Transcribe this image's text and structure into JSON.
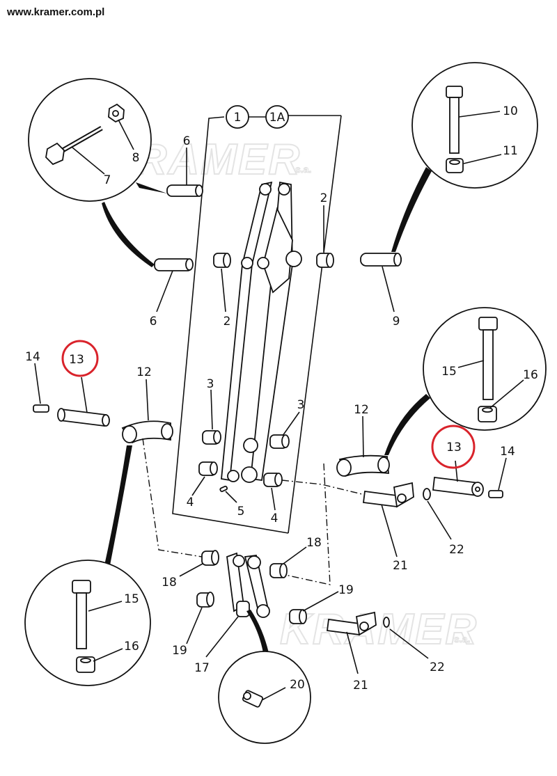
{
  "header": {
    "url": "www.kramer.com.pl"
  },
  "watermark": {
    "brand": "KRAMER",
    "suffix": "s.a."
  },
  "assembly": {
    "callouts": [
      "1",
      "1A"
    ]
  },
  "highlight": {
    "color": "#d9232b",
    "part": "13"
  },
  "labels": {
    "p2a": "2",
    "p2b": "2",
    "p3a": "3",
    "p3b": "3",
    "p4a": "4",
    "p4b": "4",
    "p5": "5",
    "p6a": "6",
    "p6b": "6",
    "p7": "7",
    "p8": "8",
    "p9": "9",
    "p10": "10",
    "p11": "11",
    "p12a": "12",
    "p12b": "12",
    "p13a": "13",
    "p13b": "13",
    "p14a": "14",
    "p14b": "14",
    "p15a": "15",
    "p15b": "15",
    "p16a": "16",
    "p16b": "16",
    "p17": "17",
    "p18a": "18",
    "p18b": "18",
    "p19a": "19",
    "p19b": "19",
    "p20": "20",
    "p21a": "21",
    "p21b": "21",
    "p22a": "22",
    "p22b": "22"
  }
}
